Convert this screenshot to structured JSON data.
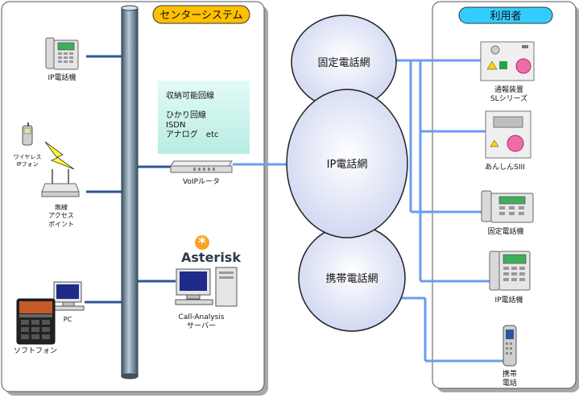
{
  "center_panel": {
    "title": "センターシステム"
  },
  "user_panel": {
    "title": "利用者"
  },
  "networks": {
    "fixed": "固定電話網",
    "ip": "IP電話網",
    "mobile": "携帯電話網"
  },
  "line_box": {
    "heading": "収納可能回線",
    "lines": [
      "ひかり回線",
      "ISDN",
      "アナログ　etc"
    ]
  },
  "center_devices": {
    "ip_phone": "IP電話機",
    "wireless_ip_phone": [
      "ワイヤレス",
      "IPフォン"
    ],
    "access_point": [
      "無線",
      "アクセス",
      "ポイント"
    ],
    "pc": "PC",
    "softphone": "ソフトフォン",
    "voip_router": "VoIPルータ",
    "asterisk_logo": "Asterisk",
    "server": [
      "Call-Analysis",
      "サーバー"
    ]
  },
  "user_devices": {
    "alarm_sl": [
      "通報装置",
      "SLシリーズ"
    ],
    "anshin": "あんしんSIII",
    "fixed_phone": "固定電話機",
    "ip_phone": "IP電話機",
    "mobile_phone": [
      "携帯",
      "電話"
    ]
  }
}
